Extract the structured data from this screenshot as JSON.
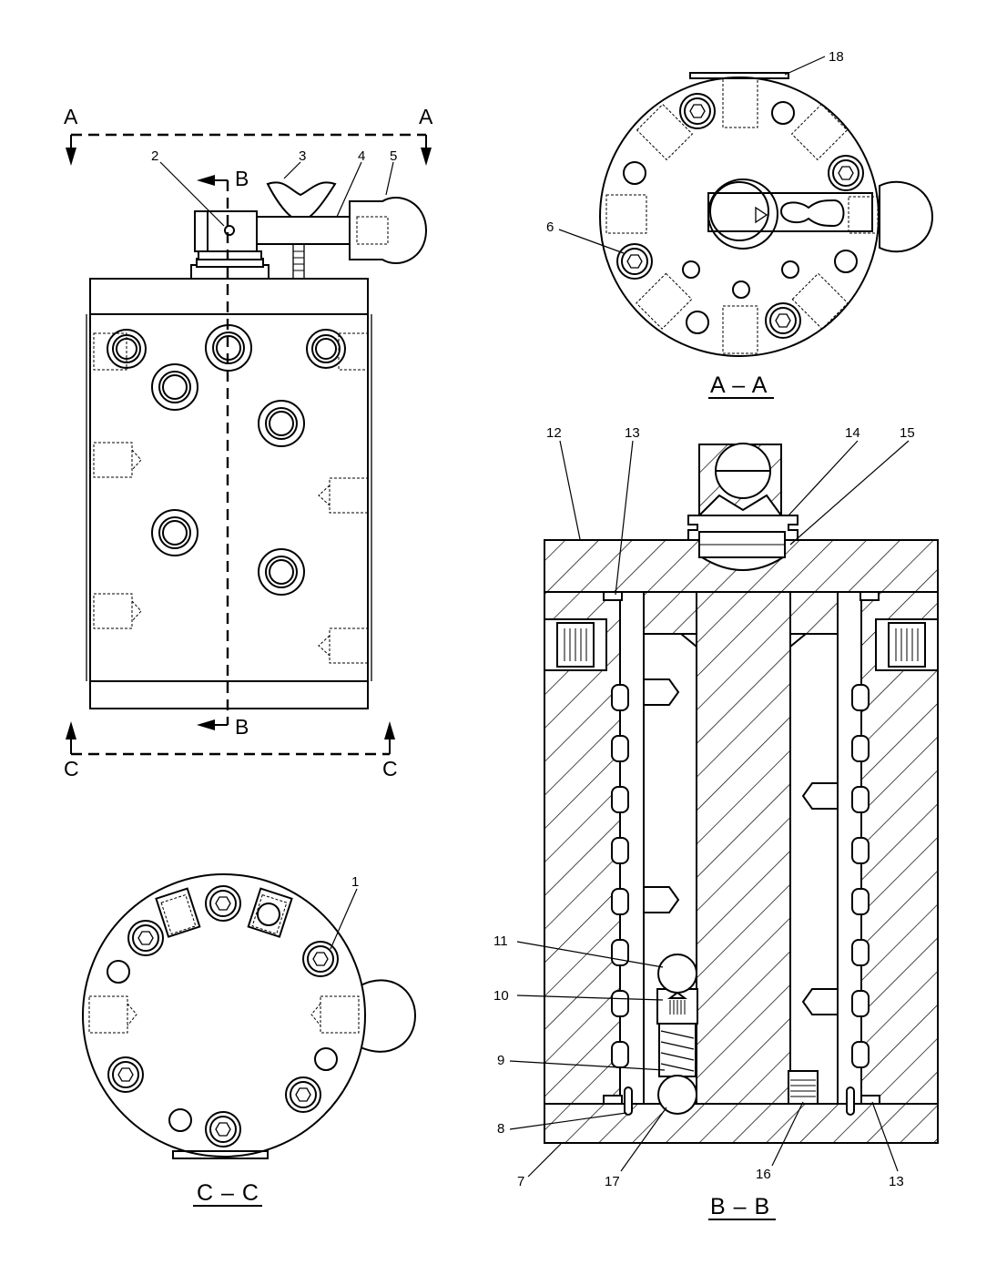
{
  "views": {
    "section_aa": "A – A",
    "section_bb": "B – B",
    "section_cc": "C – C"
  },
  "cut_marks": {
    "a_left": "A",
    "a_right": "A",
    "b_top": "B",
    "b_bottom": "B",
    "c_left": "C",
    "c_right": "C"
  },
  "callouts": {
    "p1": "1",
    "p2": "2",
    "p3": "3",
    "p4": "4",
    "p5": "5",
    "p6": "6",
    "p7": "7",
    "p8": "8",
    "p9": "9",
    "p10": "10",
    "p11": "11",
    "p12": "12",
    "p13_top": "13",
    "p13_bottom": "13",
    "p14": "14",
    "p15": "15",
    "p16": "16",
    "p17": "17",
    "p18": "18"
  }
}
